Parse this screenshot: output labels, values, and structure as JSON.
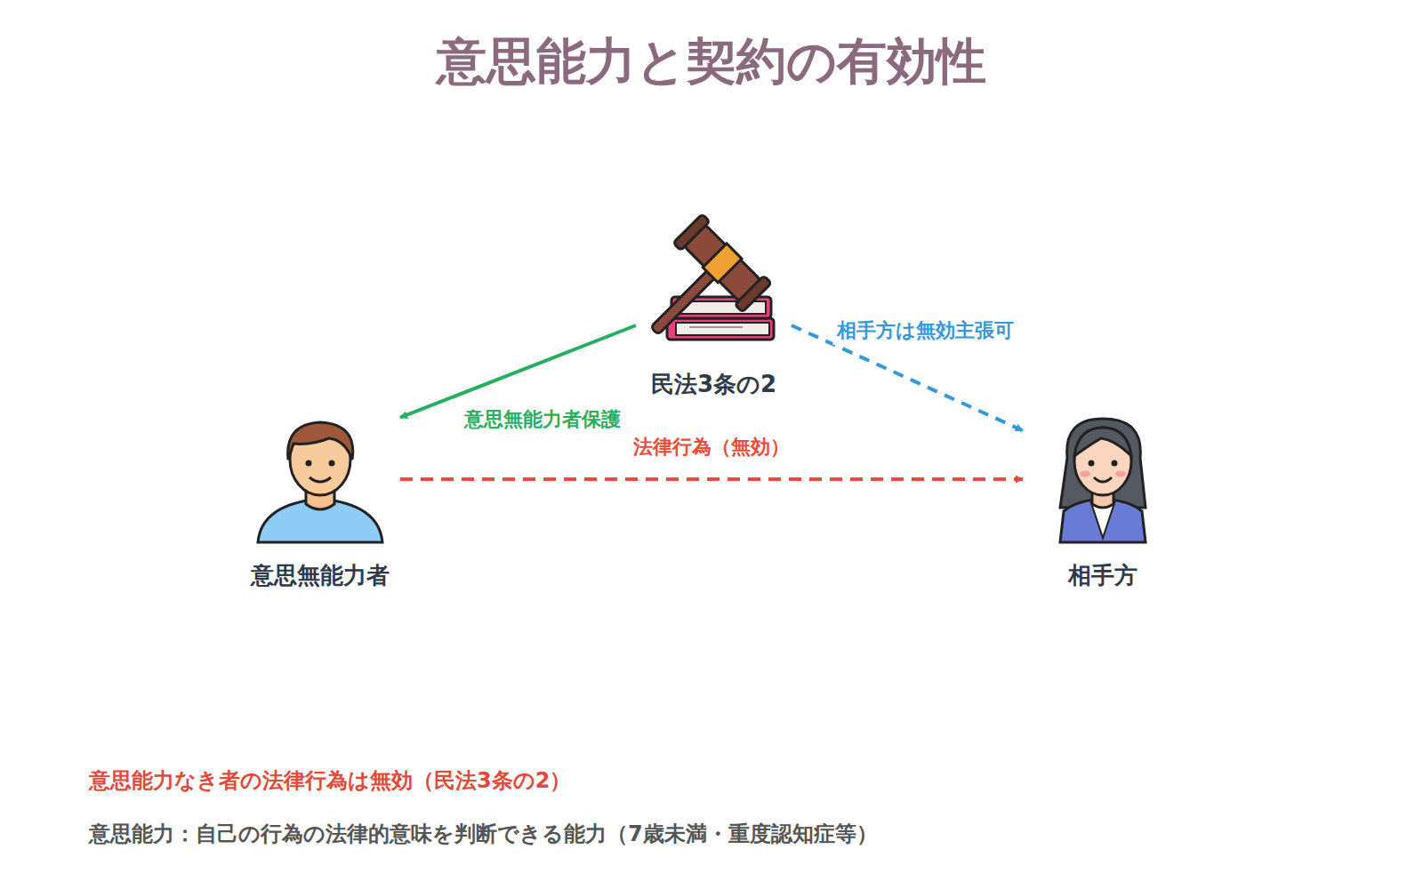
{
  "diagram": {
    "title": "意思能力と契約の有効性",
    "nodes": [
      {
        "text": [
          "民法3条の2"
        ]
      },
      {
        "text": [
          "意思無能力者"
        ]
      },
      {
        "text": [
          "相手方"
        ]
      }
    ],
    "edges": [
      {
        "from": 0,
        "to": 1,
        "label": "意思無能力者保護",
        "arrow": "to"
      },
      {
        "from": 0,
        "to": 2,
        "label": "相手方は無効主張可",
        "arrow": "to"
      },
      {
        "from": 1,
        "to": 2,
        "label": "法律行為（無効）",
        "arrow": "to"
      }
    ],
    "labels": [
      "意思能力なき者の法律行為は無効（民法3条の2）",
      "意思能力：自己の行為の法律的意味を判断できる能力（7歳未満・重度認知症等）"
    ]
  }
}
